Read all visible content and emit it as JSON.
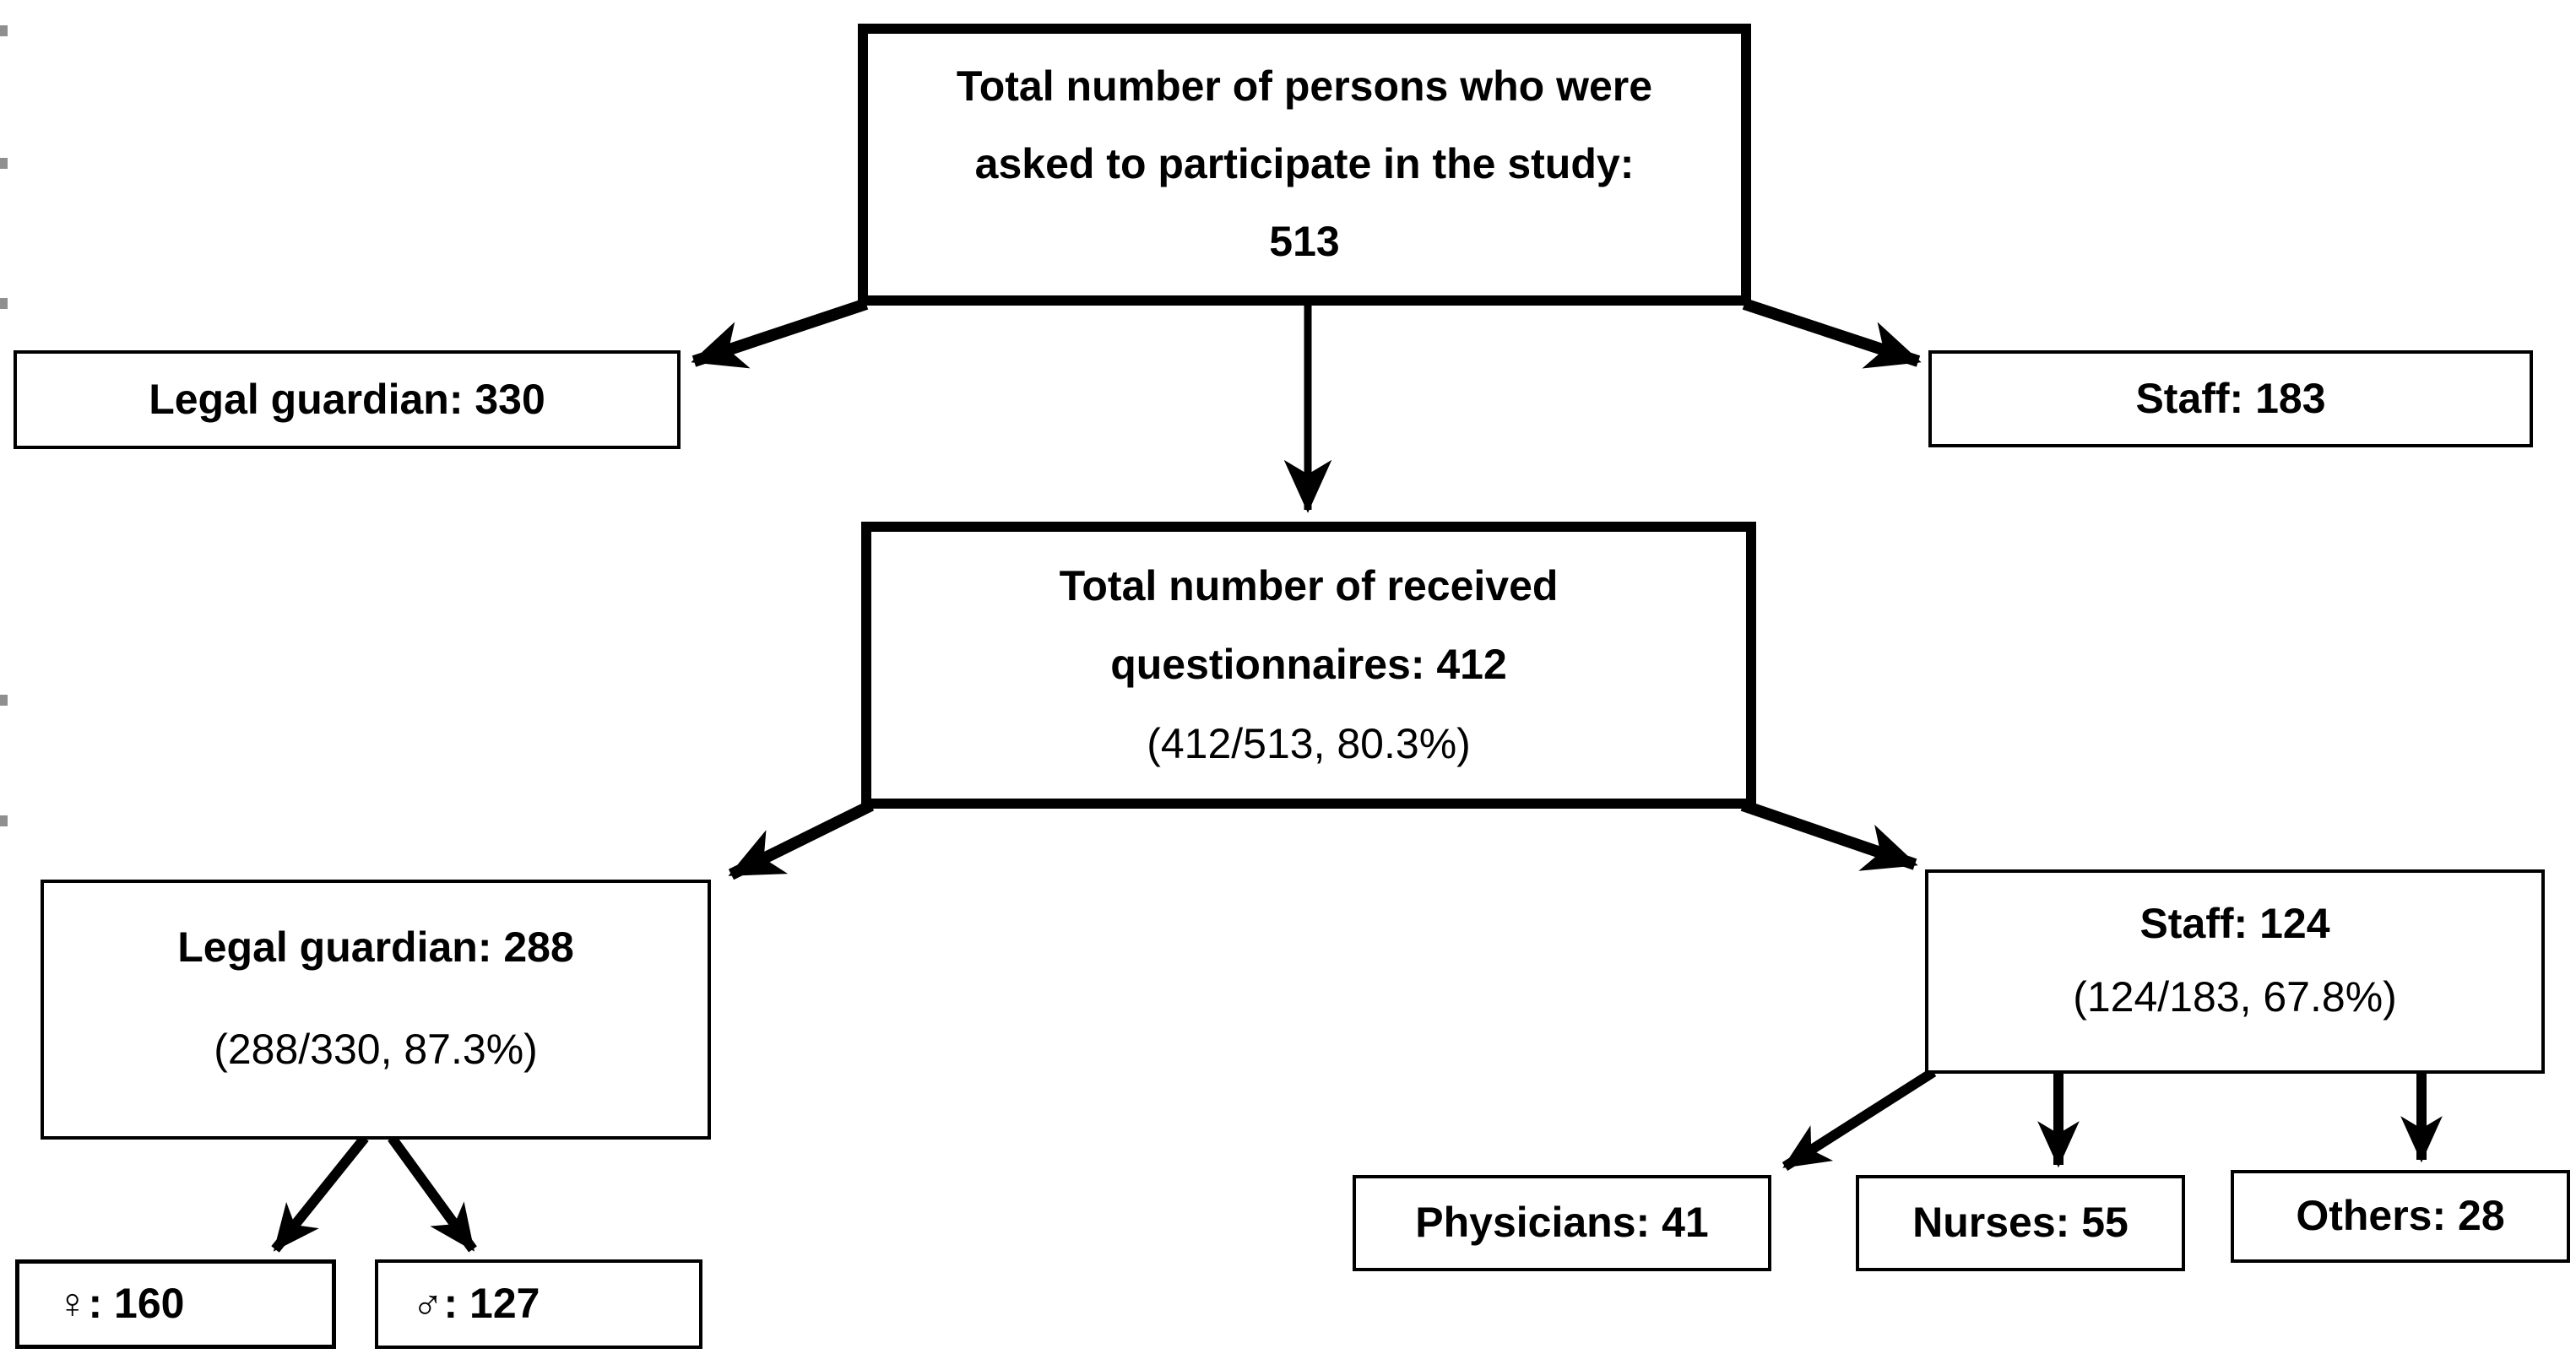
{
  "diagram": {
    "type": "flowchart",
    "title": "Study participation flow",
    "colors": {
      "line": "#000000",
      "box_background": "#ffffff",
      "text": "#000000",
      "margin_artifact": "#8f8f8f"
    },
    "nodes": [
      {
        "id": "total_asked",
        "lines": [
          "Total number of persons who were",
          "asked to participate in the study:",
          "513"
        ],
        "value": 513,
        "border": "thick"
      },
      {
        "id": "lg330",
        "label": "Legal guardian: 330",
        "value": 330,
        "border": "thin"
      },
      {
        "id": "staff183",
        "label": "Staff: 183",
        "value": 183,
        "border": "thin"
      },
      {
        "id": "received",
        "lines": [
          "Total number of received",
          "questionnaires: 412"
        ],
        "sub": "(412/513, 80.3%)",
        "value": 412,
        "border": "thick"
      },
      {
        "id": "lg288",
        "label": "Legal guardian: 288",
        "sub": "(288/330, 87.3%)",
        "value": 288,
        "border": "thin"
      },
      {
        "id": "staff124",
        "label": "Staff: 124",
        "sub": "(124/183, 67.8%)",
        "value": 124,
        "border": "thin"
      },
      {
        "id": "female",
        "label": "♀: 160",
        "icon": "female-sign-icon",
        "value": 160,
        "border": "thin"
      },
      {
        "id": "male",
        "label": "♂: 127",
        "icon": "male-sign-icon",
        "value": 127,
        "border": "thin"
      },
      {
        "id": "physicians",
        "label": "Physicians: 41",
        "value": 41,
        "border": "thin"
      },
      {
        "id": "nurses",
        "label": "Nurses: 55",
        "value": 55,
        "border": "thin"
      },
      {
        "id": "others",
        "label": "Others: 28",
        "value": 28,
        "border": "thin"
      }
    ],
    "edges": [
      {
        "from": "total_asked",
        "to": "lg330"
      },
      {
        "from": "total_asked",
        "to": "staff183"
      },
      {
        "from": "total_asked",
        "to": "received"
      },
      {
        "from": "received",
        "to": "lg288"
      },
      {
        "from": "received",
        "to": "staff124"
      },
      {
        "from": "lg288",
        "to": "female"
      },
      {
        "from": "lg288",
        "to": "male"
      },
      {
        "from": "staff124",
        "to": "physicians"
      },
      {
        "from": "staff124",
        "to": "nurses"
      },
      {
        "from": "staff124",
        "to": "others"
      }
    ]
  }
}
